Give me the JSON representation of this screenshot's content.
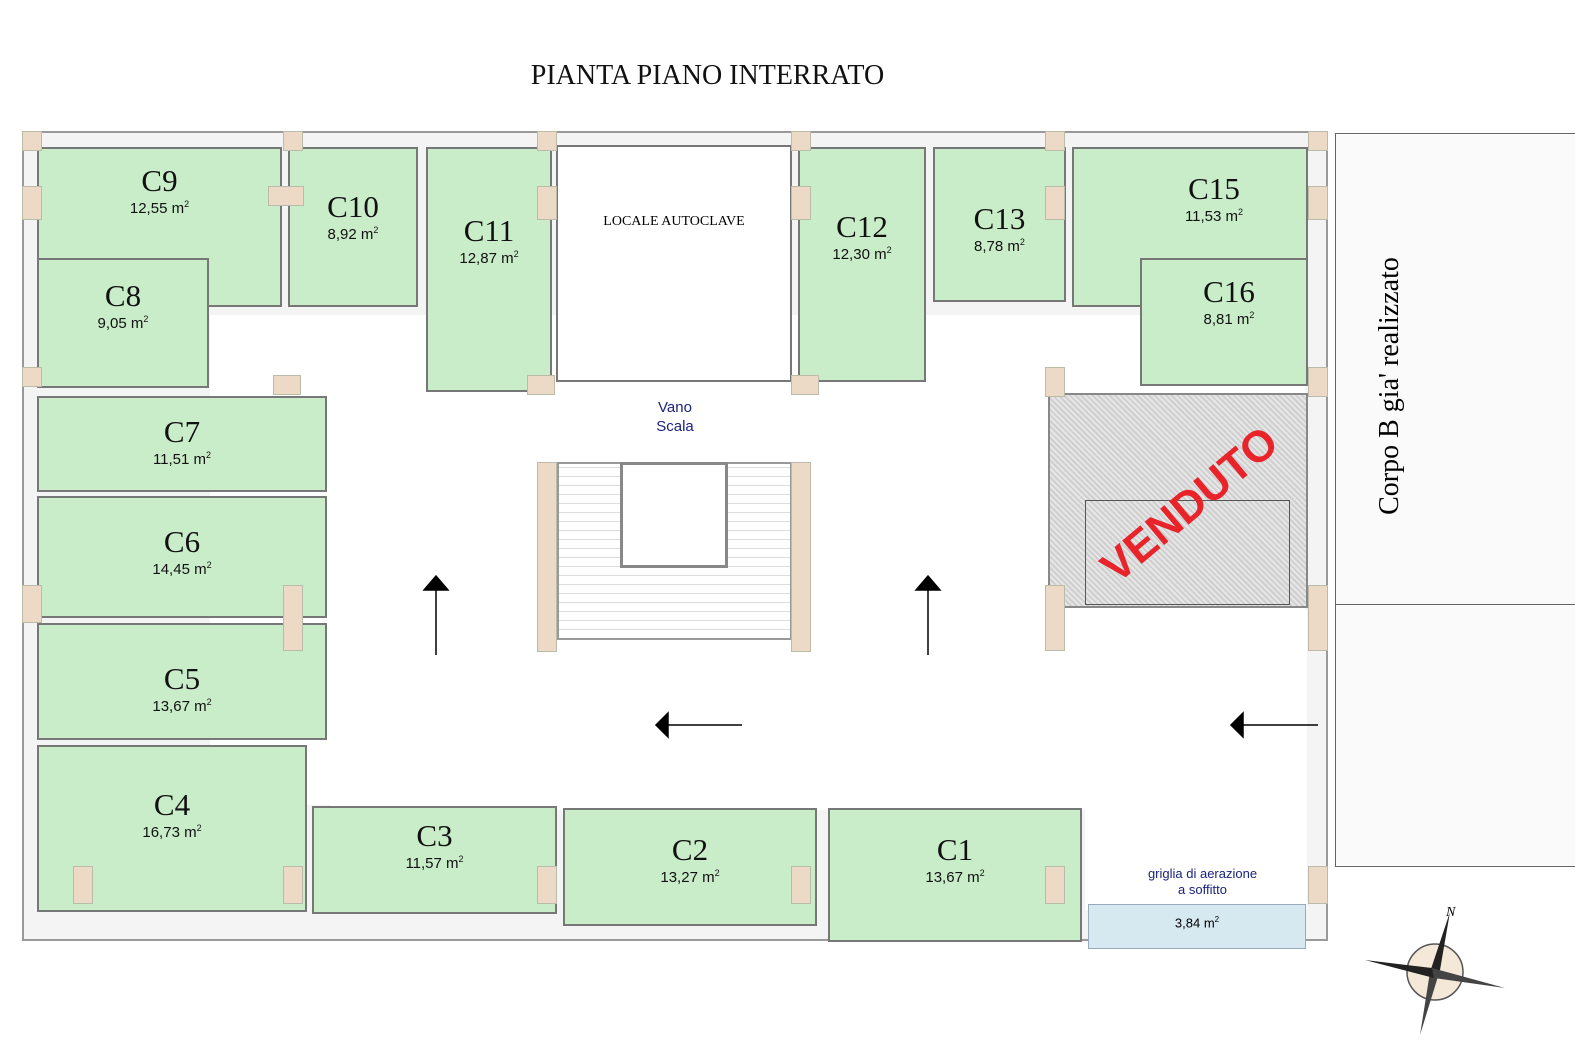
{
  "title": "PIANTA PIANO INTERRATO",
  "area_unit": "m",
  "rooms": {
    "C1": {
      "name": "C1",
      "area": "13,67"
    },
    "C2": {
      "name": "C2",
      "area": "13,27"
    },
    "C3": {
      "name": "C3",
      "area": "11,57"
    },
    "C4": {
      "name": "C4",
      "area": "16,73"
    },
    "C5": {
      "name": "C5",
      "area": "13,67"
    },
    "C6": {
      "name": "C6",
      "area": "14,45"
    },
    "C7": {
      "name": "C7",
      "area": "11,51"
    },
    "C8": {
      "name": "C8",
      "area": "9,05"
    },
    "C9": {
      "name": "C9",
      "area": "12,55"
    },
    "C10": {
      "name": "C10",
      "area": "8,92"
    },
    "C11": {
      "name": "C11",
      "area": "12,87"
    },
    "C12": {
      "name": "C12",
      "area": "12,30"
    },
    "C13": {
      "name": "C13",
      "area": "8,78"
    },
    "C15": {
      "name": "C15",
      "area": "11,53"
    },
    "C16": {
      "name": "C16",
      "area": "8,81"
    }
  },
  "locale_autoclave": "LOCALE AUTOCLAVE",
  "vano_scala": [
    "Vano",
    "Scala"
  ],
  "venduto": "VENDUTO",
  "griglia": {
    "label_1": "griglia di aerazione",
    "label_2": "a soffitto",
    "area": "3,84"
  },
  "corpo_b": "Corpo B gia' realizzato",
  "compass": {
    "north": "N",
    "icon": "compass-rose-icon"
  },
  "colors": {
    "room": "#c9ecc9",
    "venduto": "#e8232a",
    "griglia": "#d6e8f0",
    "label_blue": "#1a237e"
  }
}
